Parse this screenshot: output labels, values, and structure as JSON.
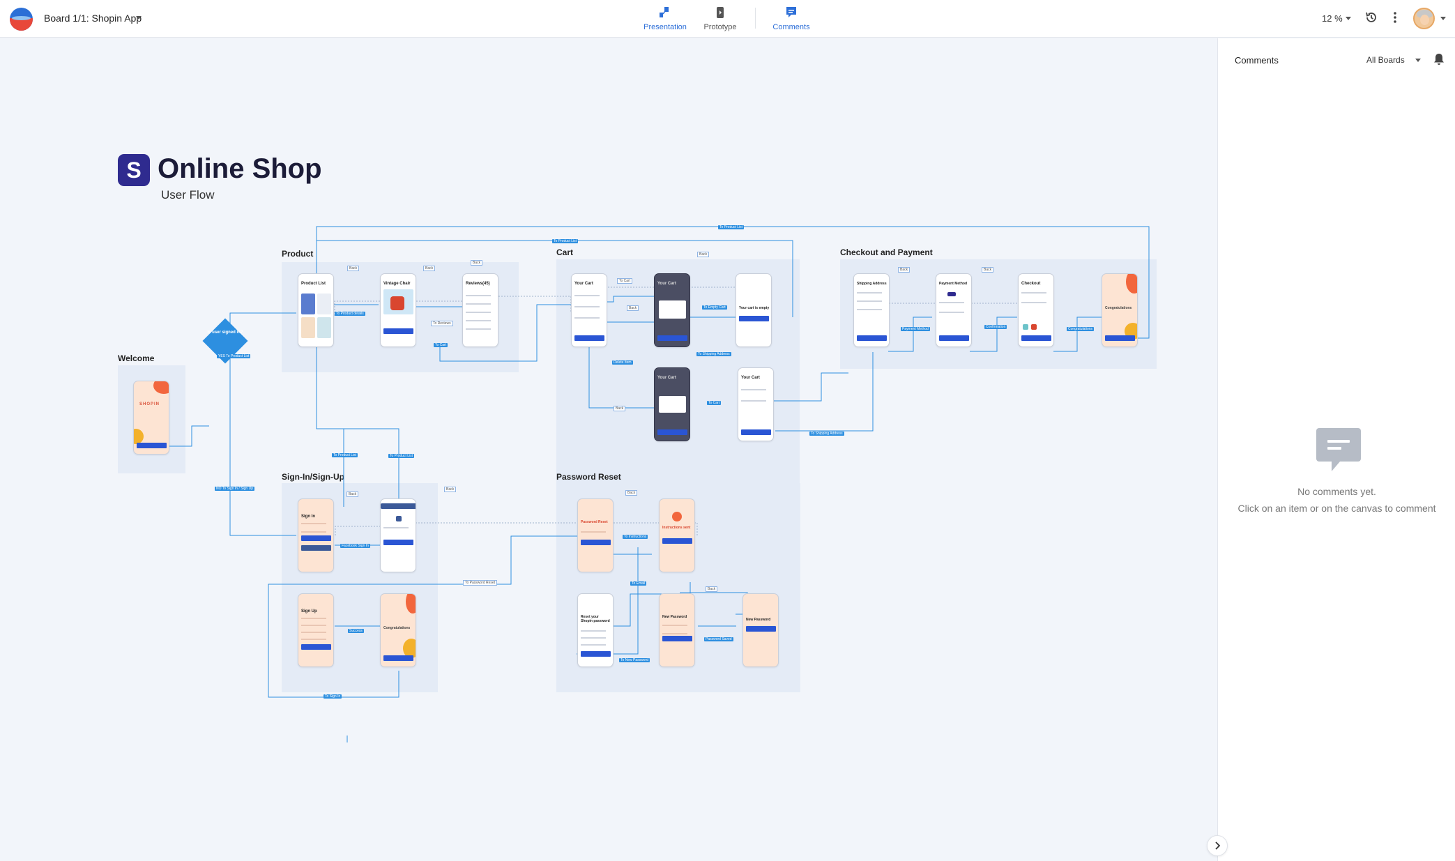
{
  "header": {
    "board_title": "Board 1/1: Shopin App",
    "modes": [
      {
        "label": "Presentation",
        "icon": "presentation-icon"
      },
      {
        "label": "Prototype",
        "icon": "prototype-icon"
      },
      {
        "label": "Comments",
        "icon": "comments-icon"
      }
    ],
    "zoom": "12 %",
    "icons": [
      "history-icon",
      "more-icon",
      "avatar"
    ]
  },
  "panel": {
    "title": "Comments",
    "filter": "All Boards",
    "empty_title": "No comments yet.",
    "empty_hint": "Click on an item or on the canvas to comment"
  },
  "board": {
    "logo_letter": "S",
    "heading": "Online Shop",
    "subheading": "User Flow",
    "sections": {
      "welcome": "Welcome",
      "product": "Product",
      "cart": "Cart",
      "checkout": "Checkout and Payment",
      "signin": "Sign-In/Sign-Up",
      "password": "Password Reset"
    },
    "decision": "Is user signed in?",
    "screens": {
      "welcome": "SHOPIN",
      "product_list": "Product List",
      "vintage_chair": "Vintage Chair",
      "reviews": "Reviews(45)",
      "your_cart": "Your Cart",
      "cart_empty": "Your cart is empty",
      "shipping_address": "Shipping Address",
      "payment_method": "Payment Method",
      "checkout": "Checkout",
      "congratulations": "Congratulations",
      "sign_in": "Sign In",
      "sign_up": "Sign Up",
      "password_reset": "Password Reset",
      "instructions_sent": "Instructions sent",
      "reset_password": "Reset your Shopin password",
      "new_password": "New Password"
    },
    "links": {
      "yes_to_product_list": "YES To Product List",
      "no_to_sign_in": "NO To Sign In / Sign Up",
      "to_product_list": "To Product List",
      "to_product_details": "To Product details",
      "to_reviews": "To Reviews",
      "to_cart": "To Cart",
      "back": "Back",
      "to_empty_cart": "To Empty Cart",
      "delete_item": "Delete Item",
      "to_shipping_address": "To Shipping Address",
      "payment_method": "Payment Method",
      "confirmation": "Confirmation",
      "congratulations": "Congratulations",
      "facebook_sign_in": "Facebook Sign In",
      "to_password_reset": "To Password Reset",
      "success": "Success",
      "to_sign_in": "To Sign In",
      "to_instructions": "To Instructions",
      "to_email": "To Email",
      "to_new_password": "To New Password",
      "password_saved": "Password Saved"
    }
  },
  "colors": {
    "accent": "#2d6fd8",
    "connector": "#2d8fe0",
    "group_background": "#e4ebf6",
    "screen_peach": "#fde4d3",
    "button_blue": "#2a55d4",
    "logo_purple": "#2f2b8f"
  }
}
